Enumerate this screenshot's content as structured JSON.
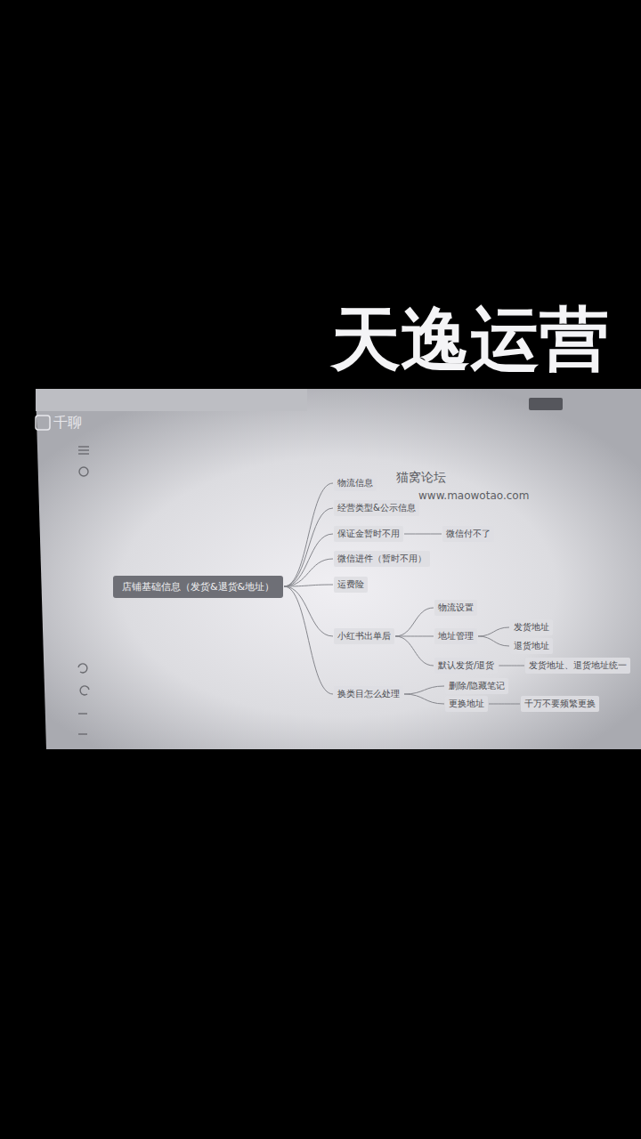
{
  "diagram": {
    "nodes": [
      {
        "text": [
          "店铺基础信息（发货&退货&地址）"
        ]
      },
      {
        "text": [
          "物流信息"
        ]
      },
      {
        "text": [
          "经营类型&公示信息"
        ]
      },
      {
        "text": [
          "保证金暂时不用"
        ]
      },
      {
        "text": [
          "微信付不了"
        ]
      },
      {
        "text": [
          "微信进件（暂时不用）"
        ]
      },
      {
        "text": [
          "运费险"
        ]
      },
      {
        "text": [
          "小红书出单后"
        ]
      },
      {
        "text": [
          "物流设置"
        ]
      },
      {
        "text": [
          "地址管理"
        ]
      },
      {
        "text": [
          "发货地址"
        ]
      },
      {
        "text": [
          "退货地址"
        ]
      },
      {
        "text": [
          "默认发货/退货"
        ]
      },
      {
        "text": [
          "发货地址、退货地址统一"
        ]
      },
      {
        "text": [
          "换类目怎么处理"
        ]
      },
      {
        "text": [
          "删除/隐藏笔记"
        ]
      },
      {
        "text": [
          "更换地址"
        ]
      },
      {
        "text": [
          "千万不要频繁更换"
        ]
      }
    ],
    "edges": [
      {
        "from": 0,
        "to": 1,
        "arrow": "none"
      },
      {
        "from": 0,
        "to": 2,
        "arrow": "none"
      },
      {
        "from": 0,
        "to": 3,
        "arrow": "none"
      },
      {
        "from": 3,
        "to": 4,
        "arrow": "none"
      },
      {
        "from": 0,
        "to": 5,
        "arrow": "none"
      },
      {
        "from": 0,
        "to": 6,
        "arrow": "none"
      },
      {
        "from": 0,
        "to": 7,
        "arrow": "none"
      },
      {
        "from": 7,
        "to": 8,
        "arrow": "none"
      },
      {
        "from": 7,
        "to": 9,
        "arrow": "none"
      },
      {
        "from": 9,
        "to": 10,
        "arrow": "none"
      },
      {
        "from": 9,
        "to": 11,
        "arrow": "none"
      },
      {
        "from": 7,
        "to": 12,
        "arrow": "none"
      },
      {
        "from": 12,
        "to": 13,
        "arrow": "none"
      },
      {
        "from": 0,
        "to": 14,
        "arrow": "none"
      },
      {
        "from": 14,
        "to": 15,
        "arrow": "none"
      },
      {
        "from": 14,
        "to": 16,
        "arrow": "none"
      },
      {
        "from": 16,
        "to": 17,
        "arrow": "none"
      }
    ],
    "labels": [
      "天逸运营",
      "千聊",
      "猫窝论坛",
      "www.maowotao.com"
    ]
  }
}
